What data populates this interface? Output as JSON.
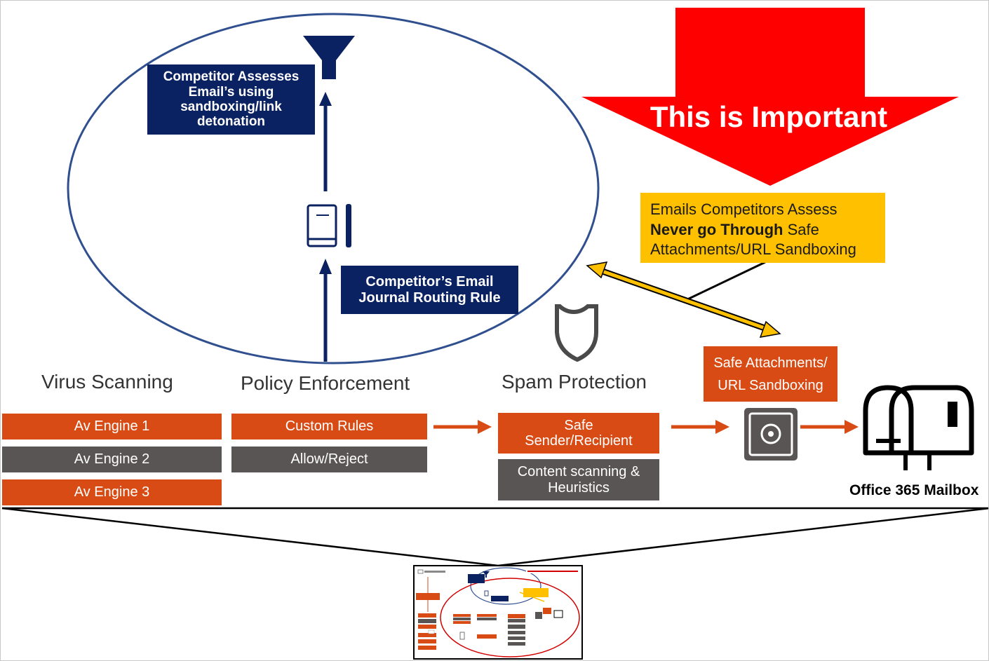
{
  "competitor": {
    "assess_box": "Competitor Assesses Email’s using sandboxing/link detonation",
    "journal_box": "Competitor’s Email Journal Routing Rule",
    "funnel_icon": "funnel-icon",
    "journal_icon": "book-icon"
  },
  "callout": {
    "banner_text": "This is Important",
    "banner_color": "#ff0000",
    "note_line1": "Emails Competitors Assess",
    "note_bold": "Never go Through",
    "note_rest_line2": " Safe",
    "note_line3": "Attachments/URL Sandboxing",
    "note_color": "#ffc000"
  },
  "pipeline": {
    "virus": {
      "heading": "Virus Scanning",
      "engines": [
        "Av Engine 1",
        "Av Engine 2",
        "Av Engine 3"
      ]
    },
    "policy": {
      "heading": "Policy Enforcement",
      "items": [
        "Custom Rules",
        "Allow/Reject"
      ]
    },
    "spam": {
      "heading": "Spam Protection",
      "items": [
        "Safe Sender/Recipient",
        "Content scanning & Heuristics"
      ],
      "icon": "shield-icon"
    },
    "sandbox": {
      "label_line1": "Safe Attachments/",
      "label_line2": "URL Sandboxing",
      "icon": "safe-icon"
    },
    "mailbox": {
      "label": "Office 365 Mailbox",
      "icon": "mailbox-icon"
    }
  },
  "colors": {
    "orange": "#d94b14",
    "gray": "#595555",
    "navy": "#0b2262",
    "ellipse": "#2f4f8f"
  }
}
